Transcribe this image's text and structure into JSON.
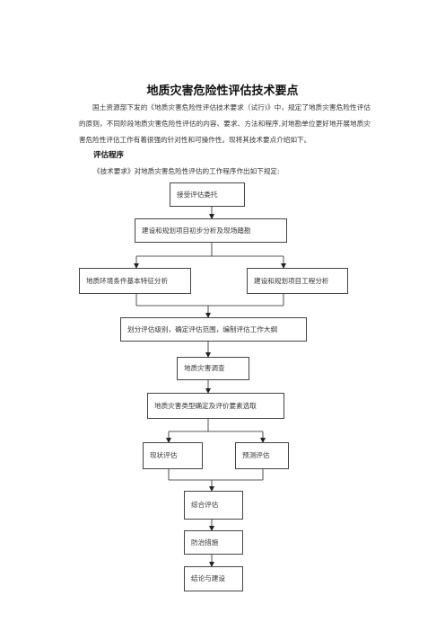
{
  "title": "地质灾害危险性评估技术要点",
  "paragraph": "国土资源部下发的《地质灾害危险性评估技术要求（试行)》中，规定了地质灾害危险性评估的原则，不同阶段地质灾害危险性评估的内容、要求、方法和程序,对地勘单位更好地开展地质灾害危险性评估工作有着很强的针对性和可操作性。现将其技术要点介绍如下。",
  "section_heading": "评估程序",
  "section_intro": "《技术要求》对地质灾害危险性评估的工作程序作出如下规定:",
  "flow": {
    "accept": "接受评估委托",
    "preliminary": "建设和规划项目初步分析及现场踏勘",
    "env_analysis": "地质环境条件基本特征分析",
    "project_analysis": "建设和规划项目工程分析",
    "grading": "划分评估级别，确定评估范围，编制评估工作大纲",
    "survey": "地质灾害调查",
    "type_selection": "地质灾害类型确定及评价要素选取",
    "current_eval": "现状评估",
    "forecast_eval": "预测评估",
    "comprehensive": "综合评估",
    "measures": "防治措施",
    "conclusion": "结论与建设"
  }
}
